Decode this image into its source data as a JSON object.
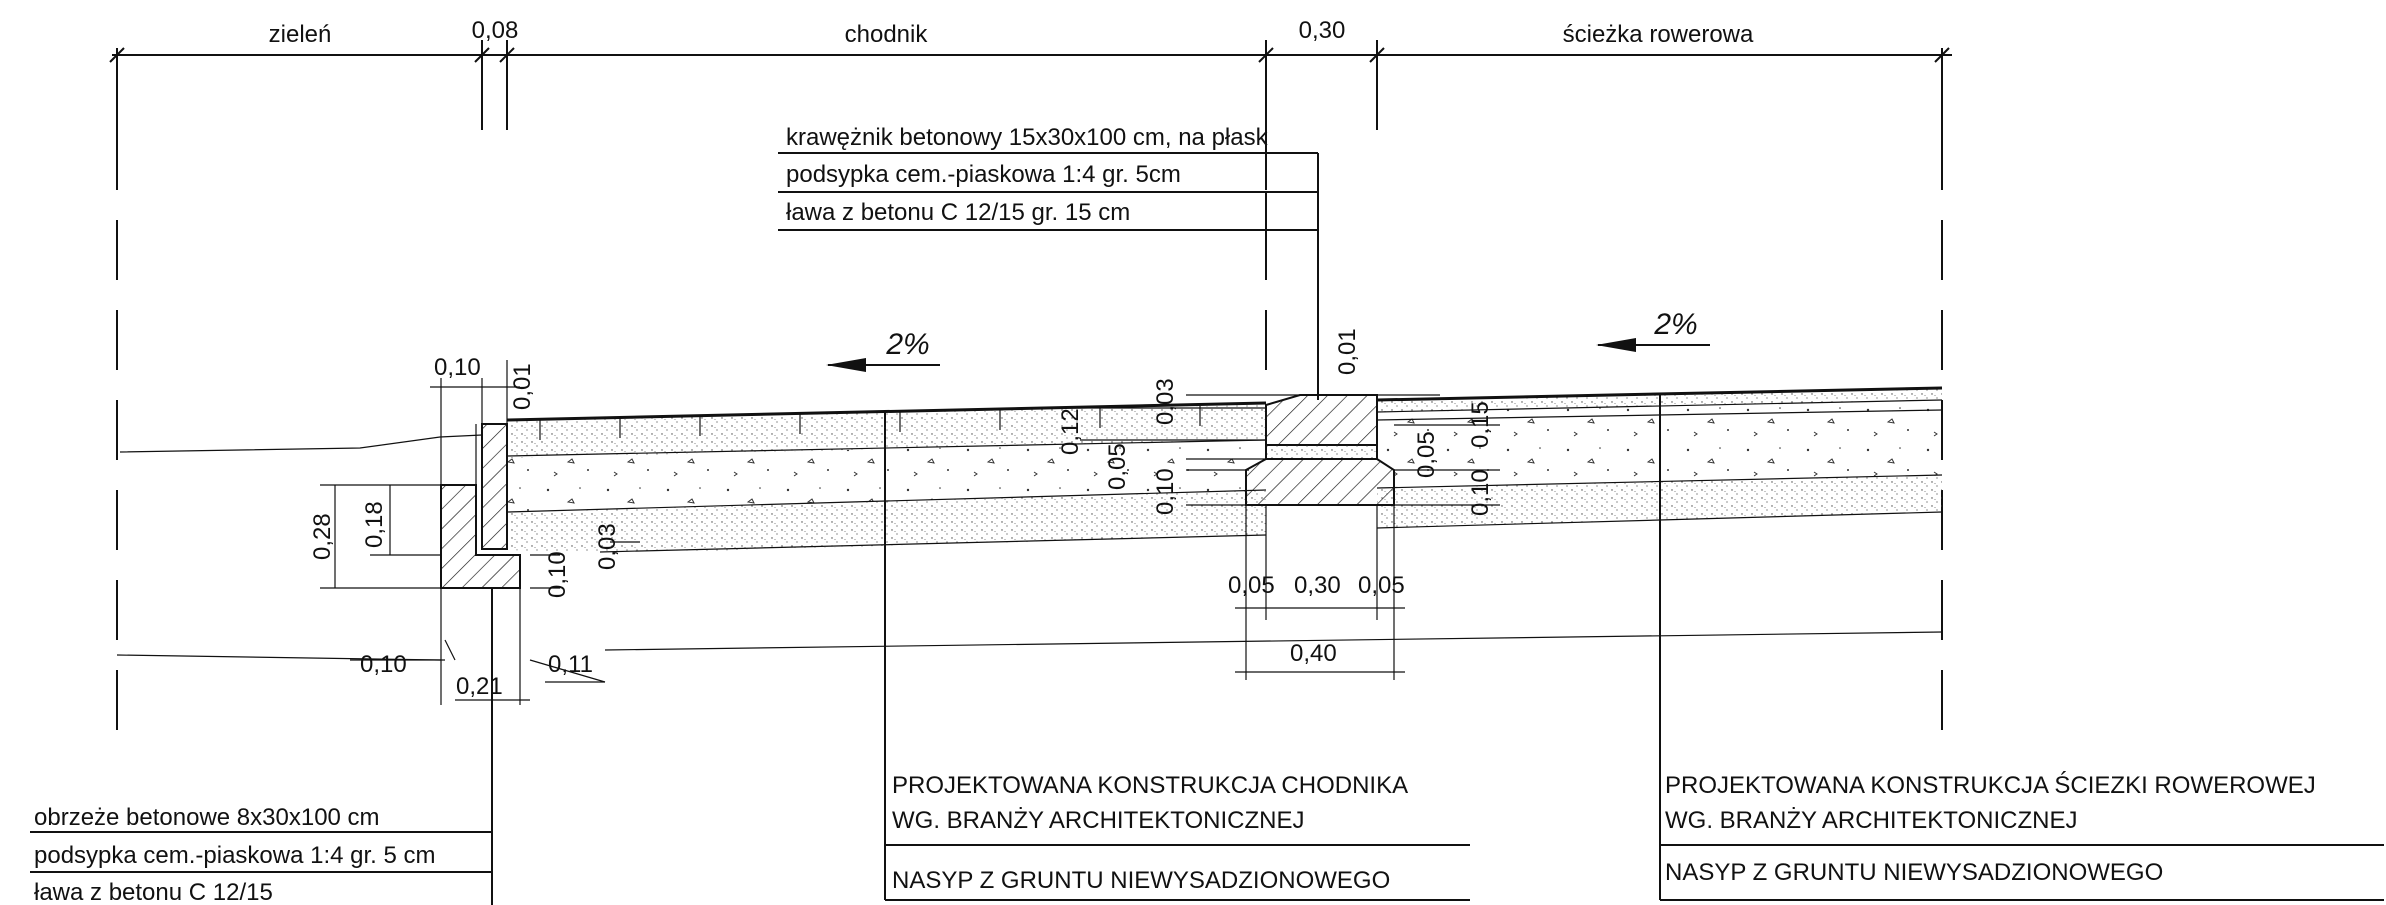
{
  "header": {
    "zielen": "zieleń",
    "d008": "0,08",
    "chodnik": "chodnik",
    "d030": "0,30",
    "sciezka": "ścieżka rowerowa"
  },
  "curb_labels": {
    "l1": "krawężnik betonowy 15x30x100 cm, na płask",
    "l2": "podsypka cem.-piaskowa 1:4 gr. 5cm",
    "l3": "ława z betonu C 12/15 gr. 15 cm"
  },
  "edging_labels": {
    "l1": "obrzeże betonowe 8x30x100 cm",
    "l2": "podsypka cem.-piaskowa 1:4 gr. 5 cm",
    "l3": "ława z betonu C 12/15"
  },
  "notes": {
    "chodnik_1": "PROJEKTOWANA KONSTRUKCJA CHODNIKA",
    "chodnik_2": "WG. BRANŻY ARCHITEKTONICZNEJ",
    "chodnik_3": "NASYP Z GRUNTU NIEWYSADZIONOWEGO",
    "rower_1": "PROJEKTOWANA KONSTRUKCJA ŚCIEZKI ROWEROWEJ",
    "rower_2": "WG. BRANŻY ARCHITEKTONICZNEJ",
    "rower_3": "NASYP Z GRUNTU NIEWYSADZIONOWEGO"
  },
  "slopes": {
    "chodnik": "2%",
    "sciezka": "2%"
  },
  "dims": {
    "edge_010_top": "0,10",
    "edge_001": "0,01",
    "edge_028": "0,28",
    "edge_018": "0,18",
    "edge_010_v": "0,10",
    "edge_003": "0,03",
    "edge_010_b": "0,10",
    "edge_021": "0,21",
    "edge_011": "0,11",
    "curb_012": "0,12",
    "curb_003": "0,03",
    "curb_005": "0,05",
    "curb_010": "0,10",
    "curb_001": "0,01",
    "curb_005_r": "0,05",
    "curb_015": "0,15",
    "curb_010_r": "0,10",
    "bot_005_l": "0,05",
    "bot_030": "0,30",
    "bot_005_r": "0,05",
    "bot_040": "0,40"
  }
}
